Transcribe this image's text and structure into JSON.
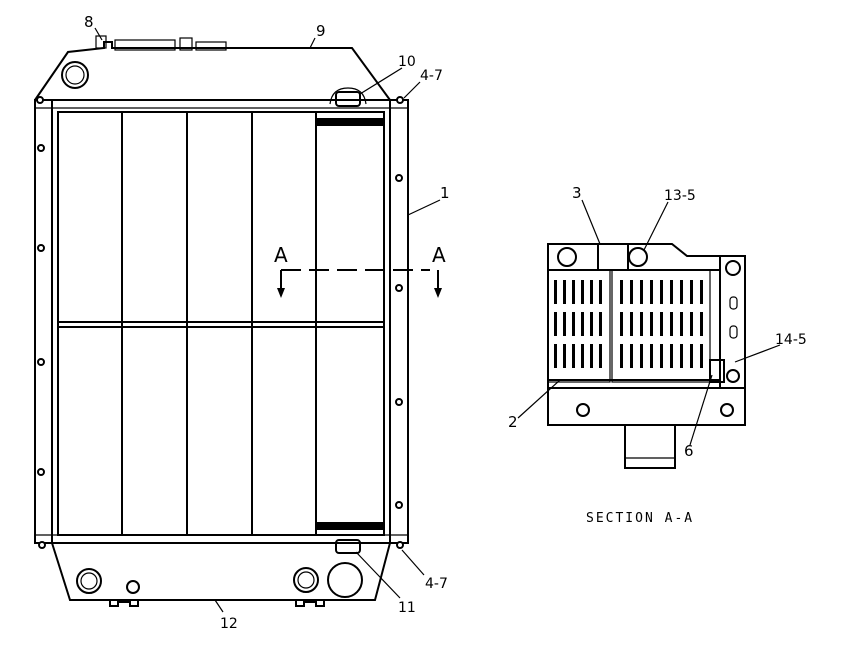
{
  "callouts": {
    "c8": "8",
    "c9": "9",
    "c10": "10",
    "c4_7_top": "4-7",
    "c1": "1",
    "c4_7_bottom": "4-7",
    "c11": "11",
    "c12": "12",
    "c3": "3",
    "c13_5": "13-5",
    "c14_5": "14-5",
    "c2": "2",
    "c6": "6"
  },
  "section_marks": {
    "left": "A",
    "right": "A"
  },
  "section_caption": "SECTION A-A"
}
